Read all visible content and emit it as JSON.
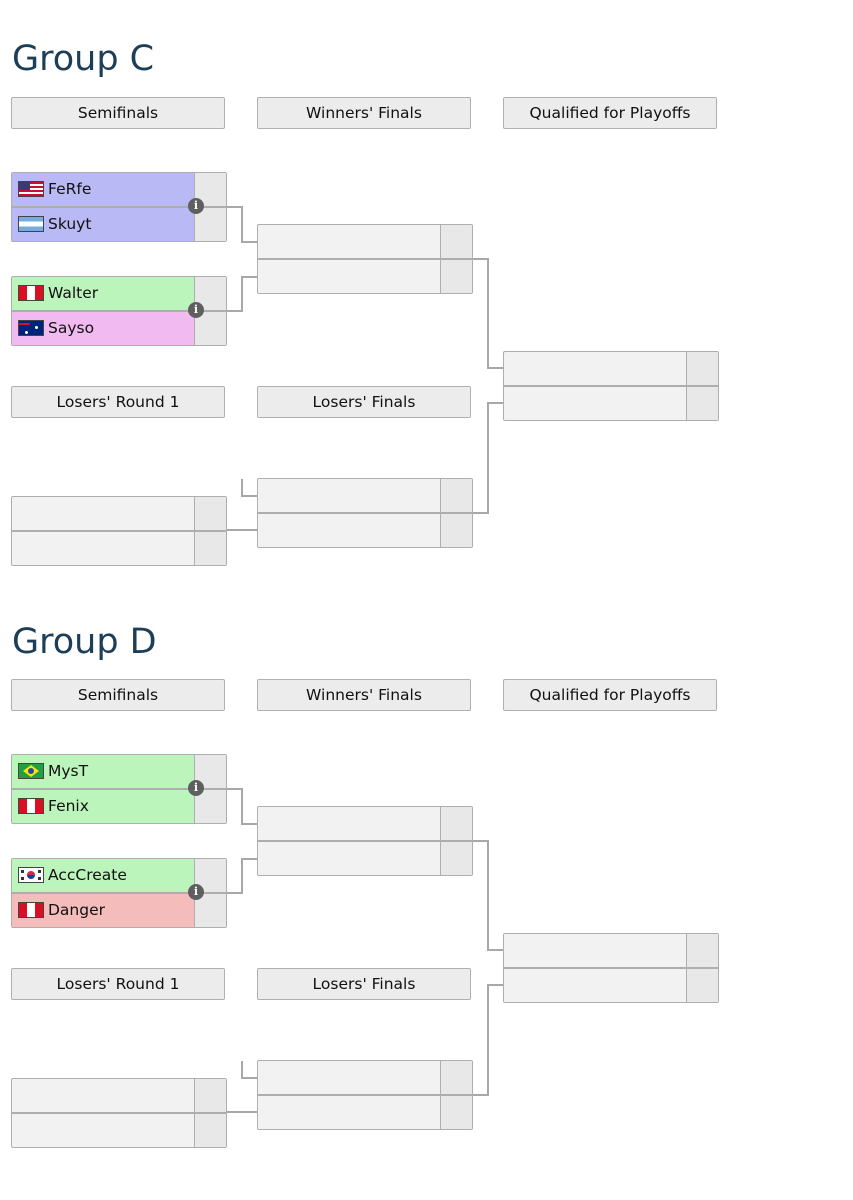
{
  "colors": {
    "win": "#bcf5bc",
    "loss": "#f5bcbc",
    "blue": "#b9b9f5",
    "pink": "#f1baf1",
    "empty": "#f2f2f2"
  },
  "groups": [
    {
      "title": "Group C",
      "headers": {
        "semifinals": "Semifinals",
        "winners_finals": "Winners' Finals",
        "qualified": "Qualified for Playoffs",
        "losers_round1": "Losers' Round 1",
        "losers_finals": "Losers' Finals"
      },
      "semifinal_1": [
        {
          "name": "FeRfe",
          "flag": "flag-us-icon",
          "status": "blue"
        },
        {
          "name": "Skuyt",
          "flag": "flag-ar-icon",
          "status": "blue"
        }
      ],
      "semifinal_2": [
        {
          "name": "Walter",
          "flag": "flag-pe-icon",
          "status": "win"
        },
        {
          "name": "Sayso",
          "flag": "flag-au-icon",
          "status": "pink"
        }
      ]
    },
    {
      "title": "Group D",
      "headers": {
        "semifinals": "Semifinals",
        "winners_finals": "Winners' Finals",
        "qualified": "Qualified for Playoffs",
        "losers_round1": "Losers' Round 1",
        "losers_finals": "Losers' Finals"
      },
      "semifinal_1": [
        {
          "name": "MysT",
          "flag": "flag-br-icon",
          "status": "win"
        },
        {
          "name": "Fenix",
          "flag": "flag-pe-icon",
          "status": "win"
        }
      ],
      "semifinal_2": [
        {
          "name": "AccCreate",
          "flag": "flag-kr-icon",
          "status": "win"
        },
        {
          "name": "Danger",
          "flag": "flag-pe-icon",
          "status": "loss"
        }
      ]
    }
  ]
}
